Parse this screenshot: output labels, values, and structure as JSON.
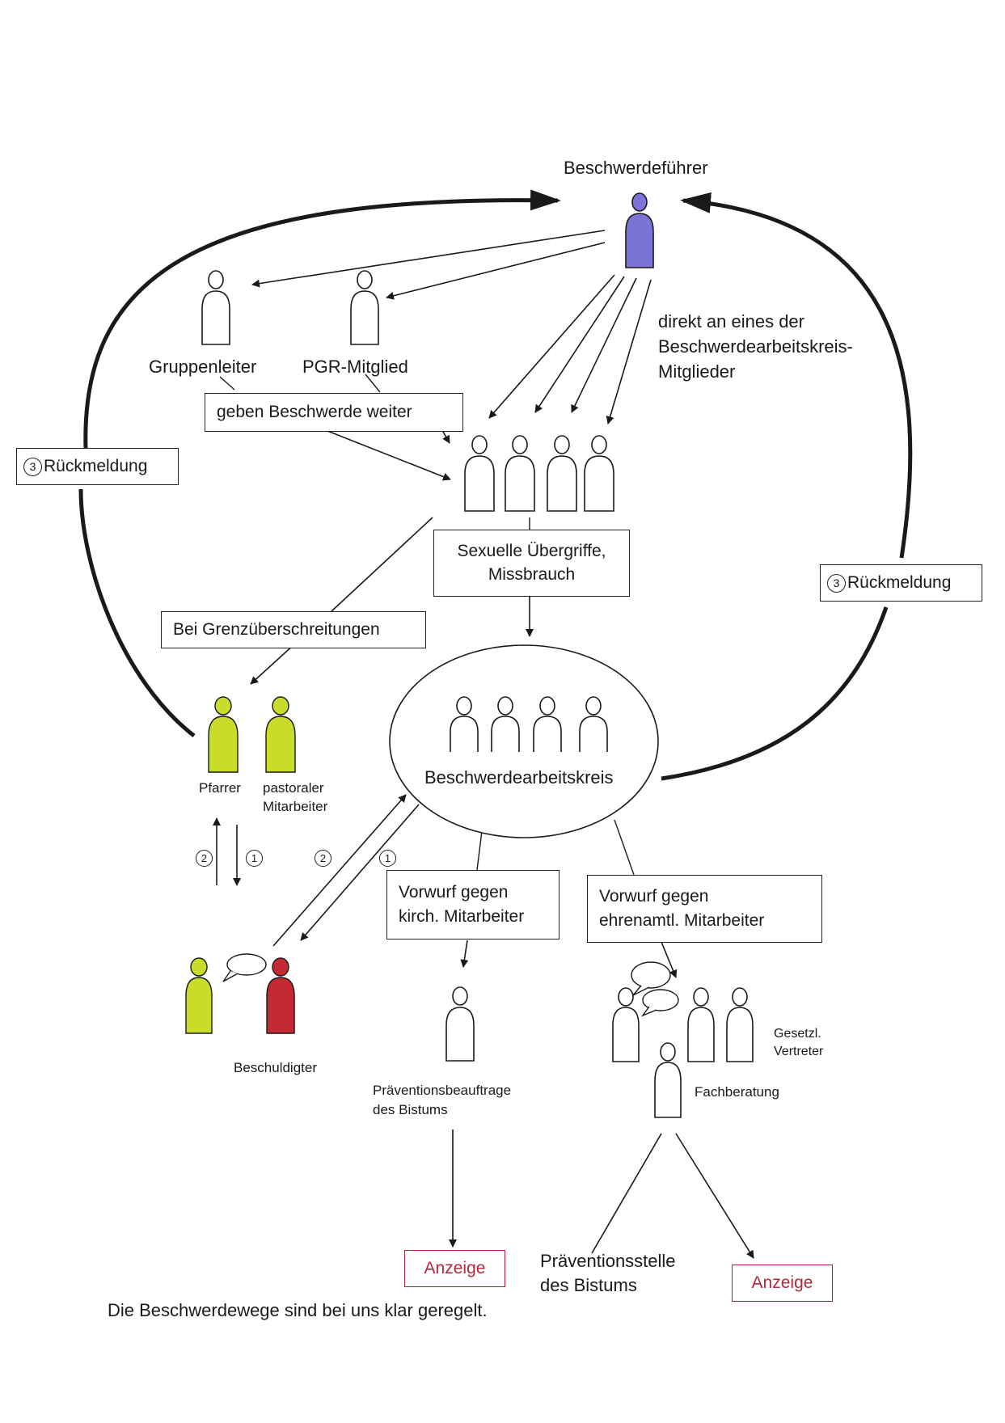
{
  "complainant": {
    "label": "Beschwerdeführer"
  },
  "people": {
    "gruppenleiter": "Gruppenleiter",
    "pgr": "PGR-Mitglied",
    "pfarrer": "Pfarrer",
    "pastoral": "pastoraler\nMitarbeiter",
    "beschuldigter": "Beschuldigter",
    "praevbeauftragte": "Präventionsbeauftrage\ndes Bistums",
    "gesetzl": "Gesetzl.\nVertreter",
    "fachberatung": "Fachberatung"
  },
  "notes": {
    "direkt": "direkt an eines der\nBeschwerdearbeitskreis-\nMitglieder",
    "footer": "Die Beschwerdewege sind bei uns klar geregelt."
  },
  "boxes": {
    "weiter": "geben Beschwerde weiter",
    "sexuell": "Sexuelle Übergriffe,\nMissbrauch",
    "grenz": "Bei Grenzüberschreitungen",
    "kirch": "Vorwurf gegen\nkirch. Mitarbeiter",
    "ehren": "Vorwurf gegen\nehrenamtl. Mitarbeiter",
    "praevstelle": "Präventionsstelle\ndes Bistums"
  },
  "feedback": {
    "number": "3",
    "label": "Rückmeldung"
  },
  "circle": {
    "label": "Beschwerdearbeitskreis"
  },
  "steps": {
    "one": "1",
    "two": "2"
  },
  "anzeige": "Anzeige",
  "colors": {
    "complainant": "#7b73d6",
    "involved": "#c9dc2a",
    "accused": "#c42a32",
    "anzeige": "#b0283e",
    "line": "#1a1a1a"
  },
  "icons": [
    "person-outline-icon",
    "person-filled-icon",
    "speech-bubble-icon",
    "arrow-icon"
  ]
}
